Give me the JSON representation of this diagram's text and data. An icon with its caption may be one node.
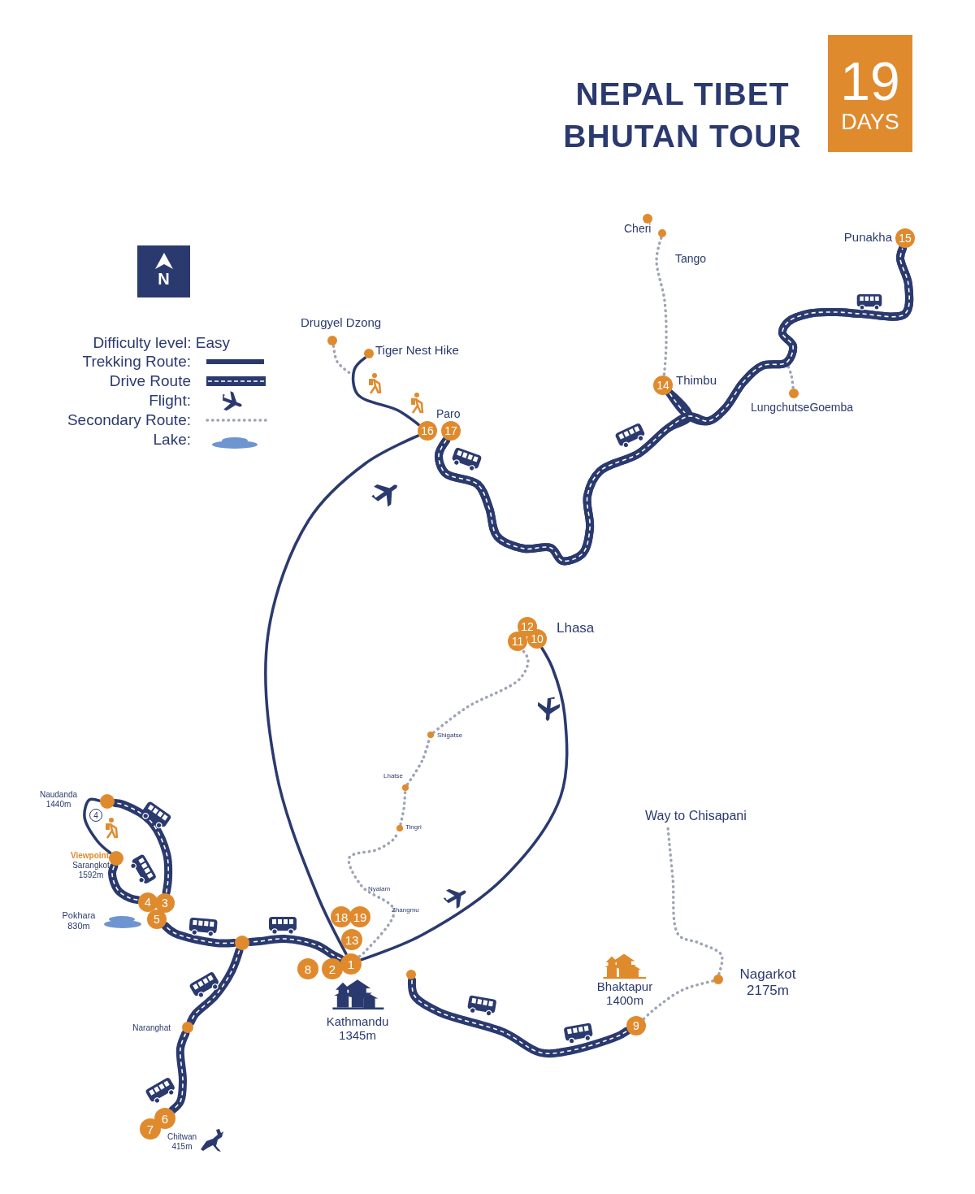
{
  "diagram": {
    "title": "NEPAL TIBET BHUTAN TOUR",
    "nodes": [
      {
        "text": [
          "19",
          "DAYS"
        ]
      },
      {
        "text": [
          "N"
        ]
      },
      {
        "text": [
          "1"
        ]
      },
      {
        "text": [
          "2"
        ]
      },
      {
        "text": [
          "8"
        ]
      },
      {
        "text": [
          "13"
        ]
      },
      {
        "text": [
          "18"
        ]
      },
      {
        "text": [
          "19"
        ]
      },
      {
        "text": [
          "3"
        ]
      },
      {
        "text": [
          "4"
        ]
      },
      {
        "text": [
          "5"
        ]
      },
      {
        "text": [
          "6"
        ]
      },
      {
        "text": [
          "7"
        ],
        "beside": [
          "Chitwan 415m"
        ]
      },
      {
        "text": [
          "9"
        ]
      },
      {
        "text": [
          "10"
        ]
      },
      {
        "text": [
          "11"
        ]
      },
      {
        "text": [
          "12"
        ]
      },
      {
        "text": [
          "14"
        ],
        "beside": [
          "Thimbu"
        ]
      },
      {
        "text": [
          "15"
        ],
        "beside": [
          "Punakha"
        ]
      },
      {
        "text": [
          "16"
        ]
      },
      {
        "text": [
          "17"
        ],
        "beside": [
          "Paro"
        ]
      },
      {
        "text": [
          "4"
        ]
      },
      {
        "text": [],
        "shape": "circle"
      },
      {
        "text": [],
        "shape": "circle",
        "beside": [
          "Viewpoint",
          "Sarangkot 1592m"
        ]
      },
      {
        "text": [],
        "shape": "circle"
      },
      {
        "text": [],
        "shape": "circle",
        "beside": [
          "Naranghat"
        ]
      },
      {
        "text": [],
        "shape": "circle",
        "beside": [
          "Drugyel Dzong"
        ]
      },
      {
        "text": [],
        "shape": "circle",
        "beside": [
          "Tiger Nest Hike"
        ]
      },
      {
        "text": [],
        "shape": "circle",
        "beside": [
          "Cheri"
        ]
      },
      {
        "text": [],
        "shape": "circle",
        "beside": [
          "Tango"
        ]
      },
      {
        "text": [],
        "shape": "circle",
        "beside": [
          "LungchutseGoemba"
        ]
      },
      {
        "text": [],
        "shape": "circle",
        "beside": [
          "Shigatse"
        ]
      },
      {
        "text": [],
        "shape": "circle",
        "beside": [
          "Lhatse"
        ]
      },
      {
        "text": [],
        "shape": "circle",
        "beside": [
          "Tingri"
        ]
      },
      {
        "text": [],
        "shape": "circle"
      },
      {
        "text": [],
        "shape": "circle",
        "beside": [
          "Nagarkot 2175m"
        ]
      },
      {
        "text": [
          "Way to Chisapani"
        ]
      }
    ],
    "edges": [
      {
        "from": 2,
        "to": 24,
        "arrow": "none",
        "style": "thick"
      },
      {
        "from": 24,
        "to": 10,
        "arrow": "none",
        "style": "thick"
      },
      {
        "from": 9,
        "to": 23,
        "arrow": "none",
        "style": "thick"
      },
      {
        "from": 8,
        "to": 22,
        "arrow": "none",
        "style": "thick"
      },
      {
        "from": 22,
        "to": 23,
        "arrow": "none"
      },
      {
        "from": 24,
        "to": 25,
        "arrow": "none",
        "style": "thick"
      },
      {
        "from": 25,
        "to": 11,
        "arrow": "none",
        "style": "thick"
      },
      {
        "from": 34,
        "to": 13,
        "arrow": "none",
        "style": "thick"
      },
      {
        "from": 13,
        "to": 35,
        "arrow": "none",
        "style": "dashed",
        "color": "#9ea4b4"
      },
      {
        "from": 35,
        "to": 36,
        "arrow": "none",
        "style": "dashed",
        "color": "#9ea4b4"
      },
      {
        "from": 2,
        "to": 33,
        "arrow": "none",
        "style": "dashed",
        "color": "#9ea4b4"
      },
      {
        "from": 33,
        "to": 32,
        "arrow": "none",
        "style": "dashed",
        "color": "#9ea4b4"
      },
      {
        "from": 32,
        "to": 31,
        "arrow": "none",
        "style": "dashed",
        "color": "#9ea4b4"
      },
      {
        "from": 31,
        "to": 15,
        "arrow": "none",
        "style": "dashed",
        "color": "#9ea4b4"
      },
      {
        "from": 2,
        "to": 14,
        "arrow": "none"
      },
      {
        "from": 2,
        "to": 19,
        "arrow": "none"
      },
      {
        "from": 19,
        "to": 27,
        "arrow": "none"
      },
      {
        "from": 26,
        "to": null,
        "arrow": "none",
        "style": "dashed",
        "color": "#9ea4b4"
      },
      {
        "from": 20,
        "to": 17,
        "arrow": "none",
        "style": "thick"
      },
      {
        "from": 17,
        "to": 18,
        "arrow": "none",
        "style": "thick"
      },
      {
        "from": 29,
        "to": 17,
        "arrow": "none",
        "style": "dashed",
        "color": "#9ea4b4"
      },
      {
        "from": 30,
        "to": null,
        "arrow": "none",
        "style": "dashed",
        "color": "#9ea4b4"
      },
      {
        "from": 20,
        "to": 18,
        "arrow": "none",
        "style": "thick"
      }
    ],
    "labels": [
      "Difficulty level: Easy",
      "Lhasa",
      "Naudanda 1440m",
      "Nyalam",
      "Zhangmu",
      "Pokhara 830m",
      "Bhaktapur 1400m",
      "Kathmandu 1345m"
    ],
    "legend": [
      {
        "text": "Trekking Route:"
      },
      {
        "text": "Drive Route"
      },
      {
        "text": "Flight:"
      },
      {
        "text": "Secondary Route:"
      },
      {
        "text": "Lake:"
      }
    ]
  }
}
